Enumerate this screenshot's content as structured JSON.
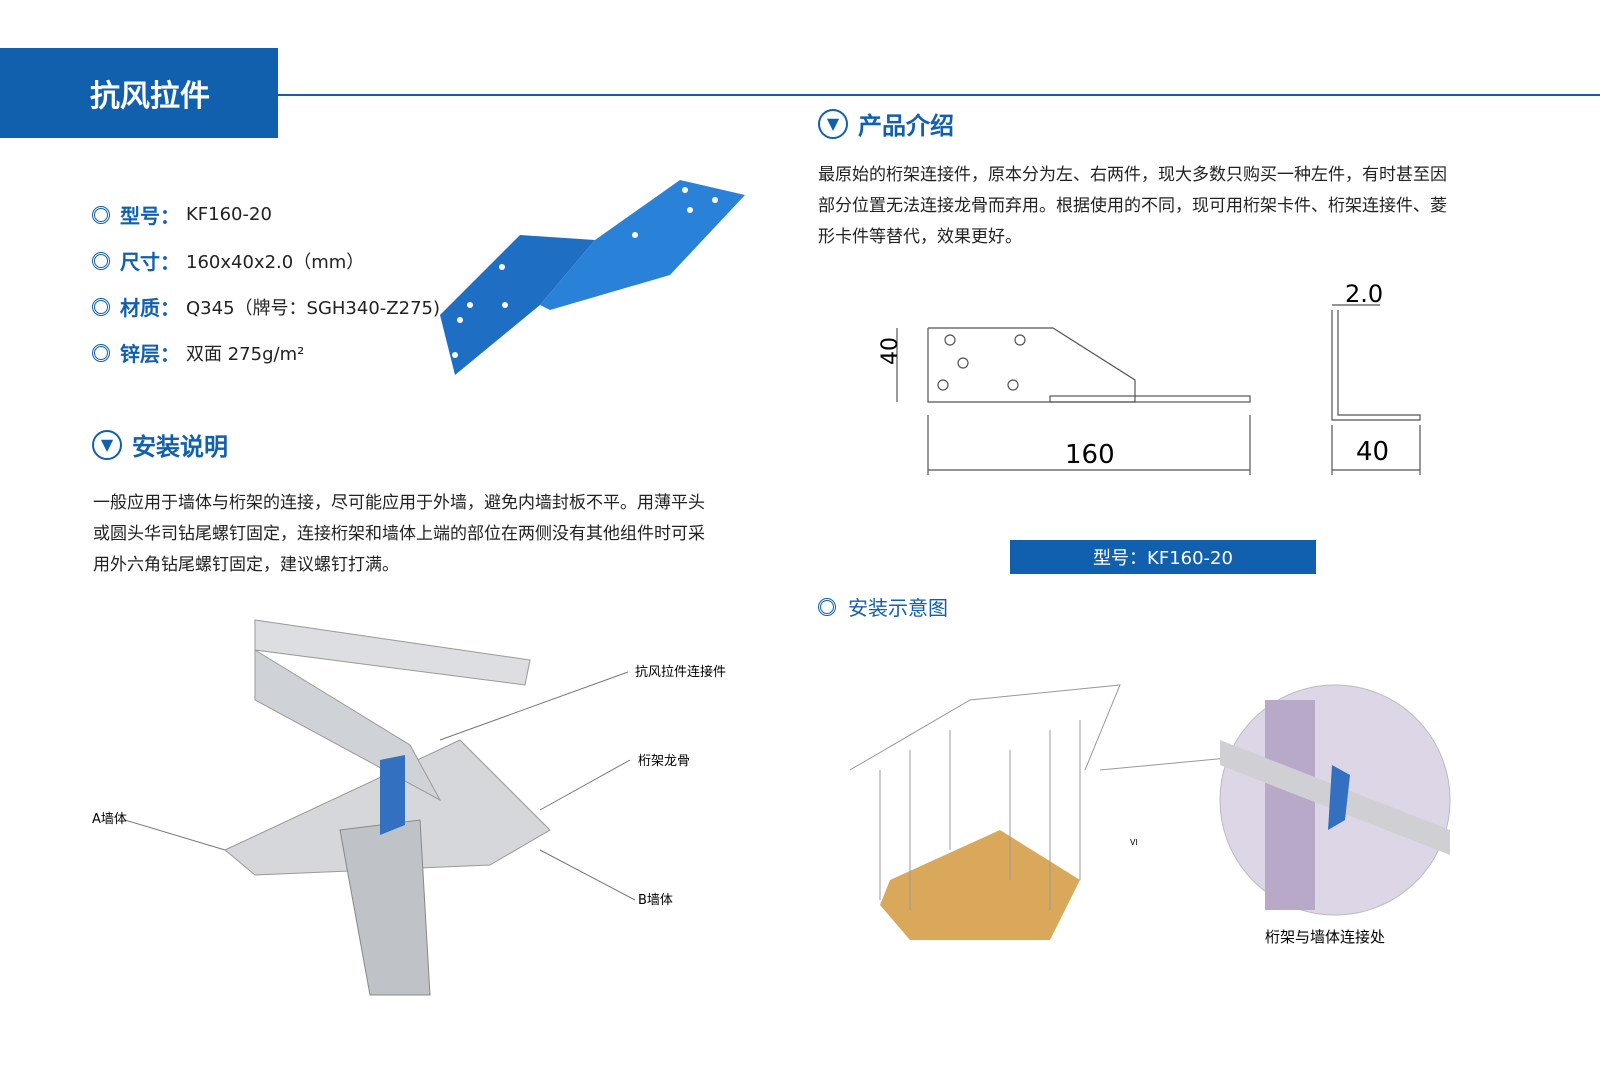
{
  "header": {
    "title": "抗风拉件"
  },
  "specs": [
    {
      "key": "型号：",
      "value": "KF160-20"
    },
    {
      "key": "尺寸：",
      "value": "160x40x2.0（mm）"
    },
    {
      "key": "材质：",
      "value": "Q345（牌号：SGH340-Z275)"
    },
    {
      "key": "锌层：",
      "value": "双面 275g/m²"
    }
  ],
  "install": {
    "title": "安装说明",
    "text": [
      "一般应用于墙体与桁架的连接，尽可能应用于外墙，避免内墙封板不平。用薄平头",
      "或圆头华司钻尾螺钉固定，连接桁架和墙体上端的部位在两侧没有其他组件时可采",
      "用外六角钻尾螺钉固定，建议螺钉打满。"
    ]
  },
  "intro": {
    "title": "产品介绍",
    "text": [
      "最原始的桁架连接件，原本分为左、右两件，现大多数只购买一种左件，有时甚至因",
      "部分位置无法连接龙骨而弃用。根据使用的不同，现可用桁架卡件、桁架连接件、菱",
      "形卡件等替代，效果更好。"
    ]
  },
  "drawing": {
    "dim_height": "40",
    "dim_length": "160",
    "dim_thickness": "2.0",
    "dim_width": "40",
    "model_banner": "型号：KF160-20"
  },
  "diagram": {
    "title": "安装示意图",
    "label_connector": "抗风拉件连接件",
    "label_truss": "桁架龙骨",
    "label_wall_a": "A墙体",
    "label_wall_b": "B墙体",
    "label_detail": "桁架与墙体连接处",
    "label_vi": "VI"
  }
}
